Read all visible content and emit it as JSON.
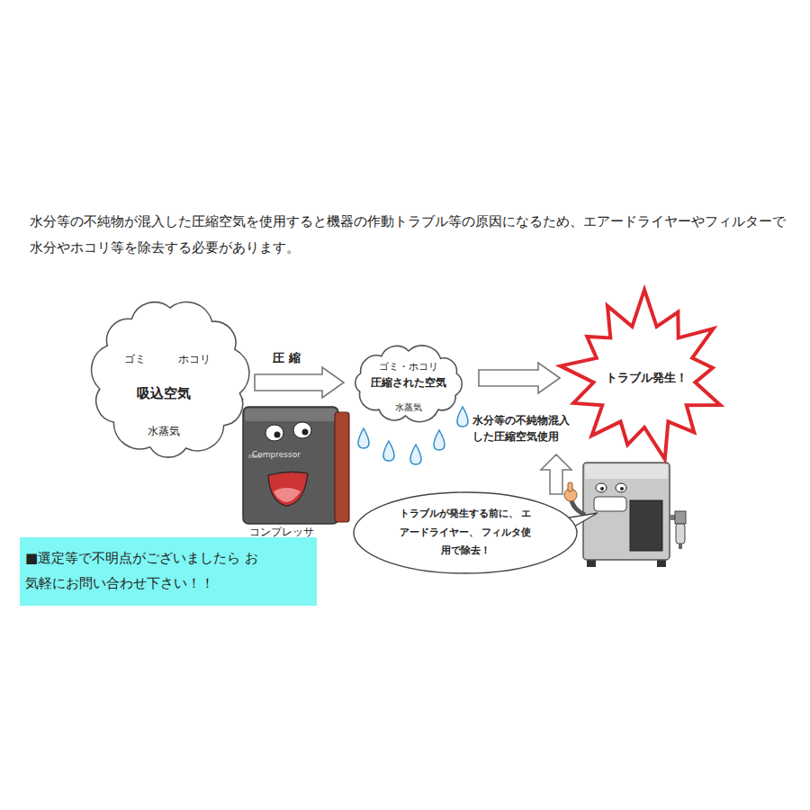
{
  "diagram": {
    "nodes": [
      {
        "text": [
          "ゴミ",
          "ホコリ",
          "吸込空気",
          "水蒸気"
        ]
      },
      {
        "text": [
          "ゴミ・ホコリ",
          "圧縮された空気",
          "水蒸気"
        ]
      },
      {
        "text": [
          "トラブル発生！"
        ]
      },
      {
        "text": [
          "トラブルが発生する前に、 エアードライヤー、 フィルタ使用で除去！"
        ]
      },
      {
        "text": [
          "■選定等で不明点がございましたら お気軽にお問い合わせ下さい！！"
        ]
      }
    ],
    "edges": [
      {
        "from": 0,
        "to": 1,
        "label": "圧 縮",
        "arrow": "to"
      },
      {
        "from": 1,
        "to": 2,
        "arrow": "to"
      }
    ],
    "labels": [
      "水分等の不純物が混入した圧縮空気を使用すると機器の作動トラブル等の原因になるため、エアードライヤーやフィルターで水分やホコリ等を除去する必要があります。",
      "水分等の不純物混入 した圧縮空気使用",
      "Compressor",
      "コンプレッサ"
    ]
  }
}
